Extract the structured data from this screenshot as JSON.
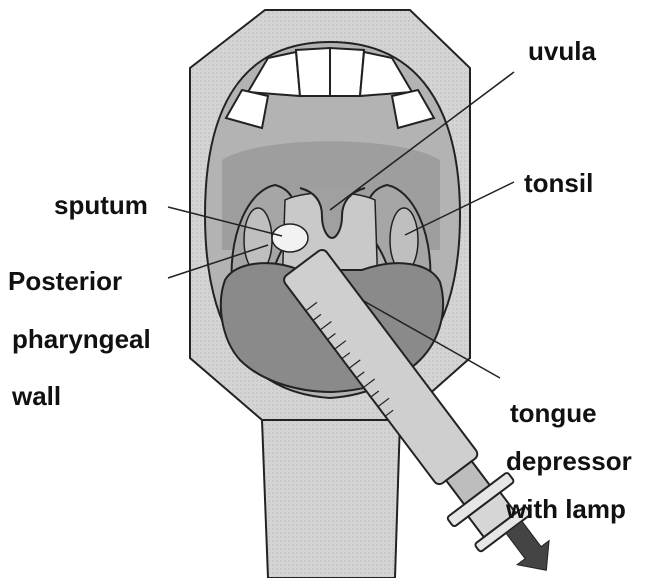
{
  "labels": {
    "uvula": "uvula",
    "tonsil": "tonsil",
    "sputum": "sputum",
    "posterior_1": "Posterior",
    "posterior_2": "pharyngeal",
    "posterior_3": "wall",
    "tongue_1": "tongue",
    "tongue_2": "depressor",
    "tongue_3": "with lamp"
  },
  "colors": {
    "face": "#d9d9d9",
    "mouth": "#b0b0b0",
    "tongue": "#8c8c8c",
    "outline": "#222222",
    "teeth": "#ffffff",
    "instrument": "#cfcfcf"
  }
}
